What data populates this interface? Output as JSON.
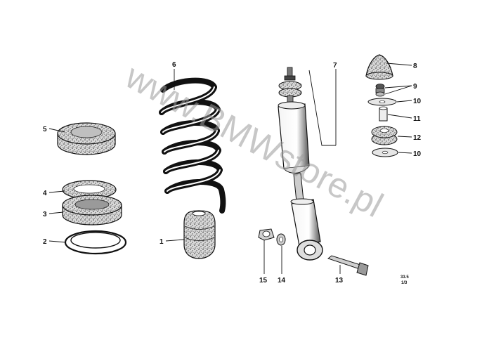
{
  "watermark": "www.BMWstore.pl",
  "parts": [
    {
      "number": "1",
      "name": "bump stop"
    },
    {
      "number": "2",
      "name": "spring seat ring"
    },
    {
      "number": "3",
      "name": "rubber spring pad"
    },
    {
      "number": "4",
      "name": "rubber ring"
    },
    {
      "number": "5",
      "name": "upper spring pad"
    },
    {
      "number": "6",
      "name": "coil spring"
    },
    {
      "number": "7",
      "name": "shock absorber"
    },
    {
      "number": "8",
      "name": "protective cap"
    },
    {
      "number": "9",
      "name": "nuts"
    },
    {
      "number": "10",
      "name": "washer"
    },
    {
      "number": "11",
      "name": "sleeve"
    },
    {
      "number": "12",
      "name": "rubber mount"
    },
    {
      "number": "13",
      "name": "bolt"
    },
    {
      "number": "14",
      "name": "washer"
    },
    {
      "number": "15",
      "name": "nut"
    }
  ],
  "footer": {
    "code": "33.5",
    "sheet": "1/3"
  }
}
